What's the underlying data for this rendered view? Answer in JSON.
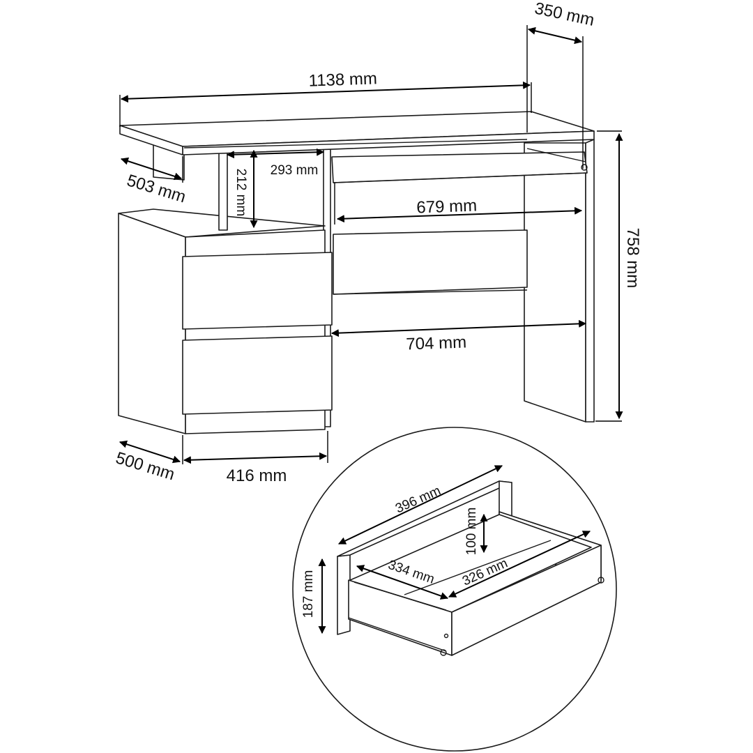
{
  "desk_dimensions": {
    "width": "1138 mm",
    "top_depth": "350 mm",
    "side_depth": "503 mm",
    "niche_height": "212 mm",
    "niche_width": "293 mm",
    "keyboard_tray_width": "679 mm",
    "height": "758 mm",
    "legroom_width": "704 mm",
    "cabinet_depth": "500 mm",
    "cabinet_width": "416 mm"
  },
  "drawer_dimensions": {
    "front_width": "396 mm",
    "inner_height": "100 mm",
    "front_height": "187 mm",
    "inner_depth": "334 mm",
    "inner_width": "326 mm"
  },
  "colors": {
    "line": "#1a1a1a",
    "background": "#ffffff"
  }
}
